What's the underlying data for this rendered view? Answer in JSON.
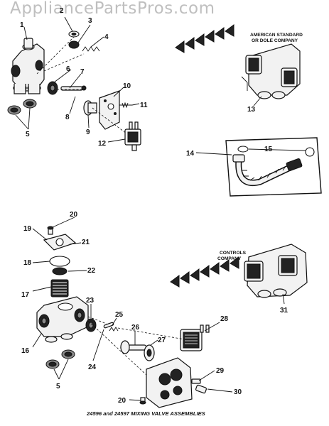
{
  "watermark": "AppliancePartsPros.com",
  "labels": {
    "american_standard": [
      "AMERICAN STANDARD",
      "OR DOLE COMPANY"
    ],
    "controls_company": [
      "CONTROLS",
      "COMPANY"
    ]
  },
  "caption": "24596 and 24597 MIXING VALVE ASSEMBLIES",
  "callouts": [
    "1",
    "2",
    "3",
    "4",
    "5",
    "6",
    "7",
    "8",
    "9",
    "10",
    "11",
    "12",
    "13",
    "14",
    "15",
    "16",
    "17",
    "18",
    "19",
    "20",
    "21",
    "22",
    "23",
    "24",
    "25",
    "26",
    "27",
    "28",
    "29",
    "30",
    "31"
  ],
  "callouts_repeated": [
    "5",
    "20"
  ]
}
